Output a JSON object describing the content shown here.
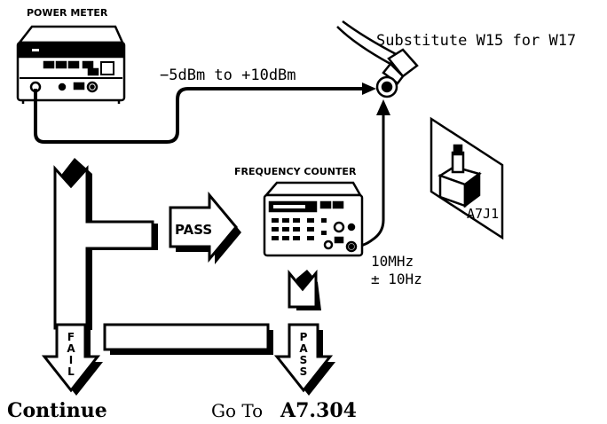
{
  "labels": {
    "power_meter": "POWER METER",
    "frequency_counter": "FREQUENCY COUNTER",
    "substitute": "Substitute W15 for W17",
    "power_range": "−5dBm  to  +10dBm",
    "freq_value": "10MHz",
    "freq_tolerance": "± 10Hz",
    "connector": "A7J1",
    "pass_main": "PASS",
    "fail_letters": [
      "F",
      "A",
      "I",
      "L"
    ],
    "pass_letters": [
      "P",
      "A",
      "S",
      "S"
    ],
    "continue": "Continue",
    "goto_prefix": "Go To",
    "goto_target": "A7.304"
  }
}
